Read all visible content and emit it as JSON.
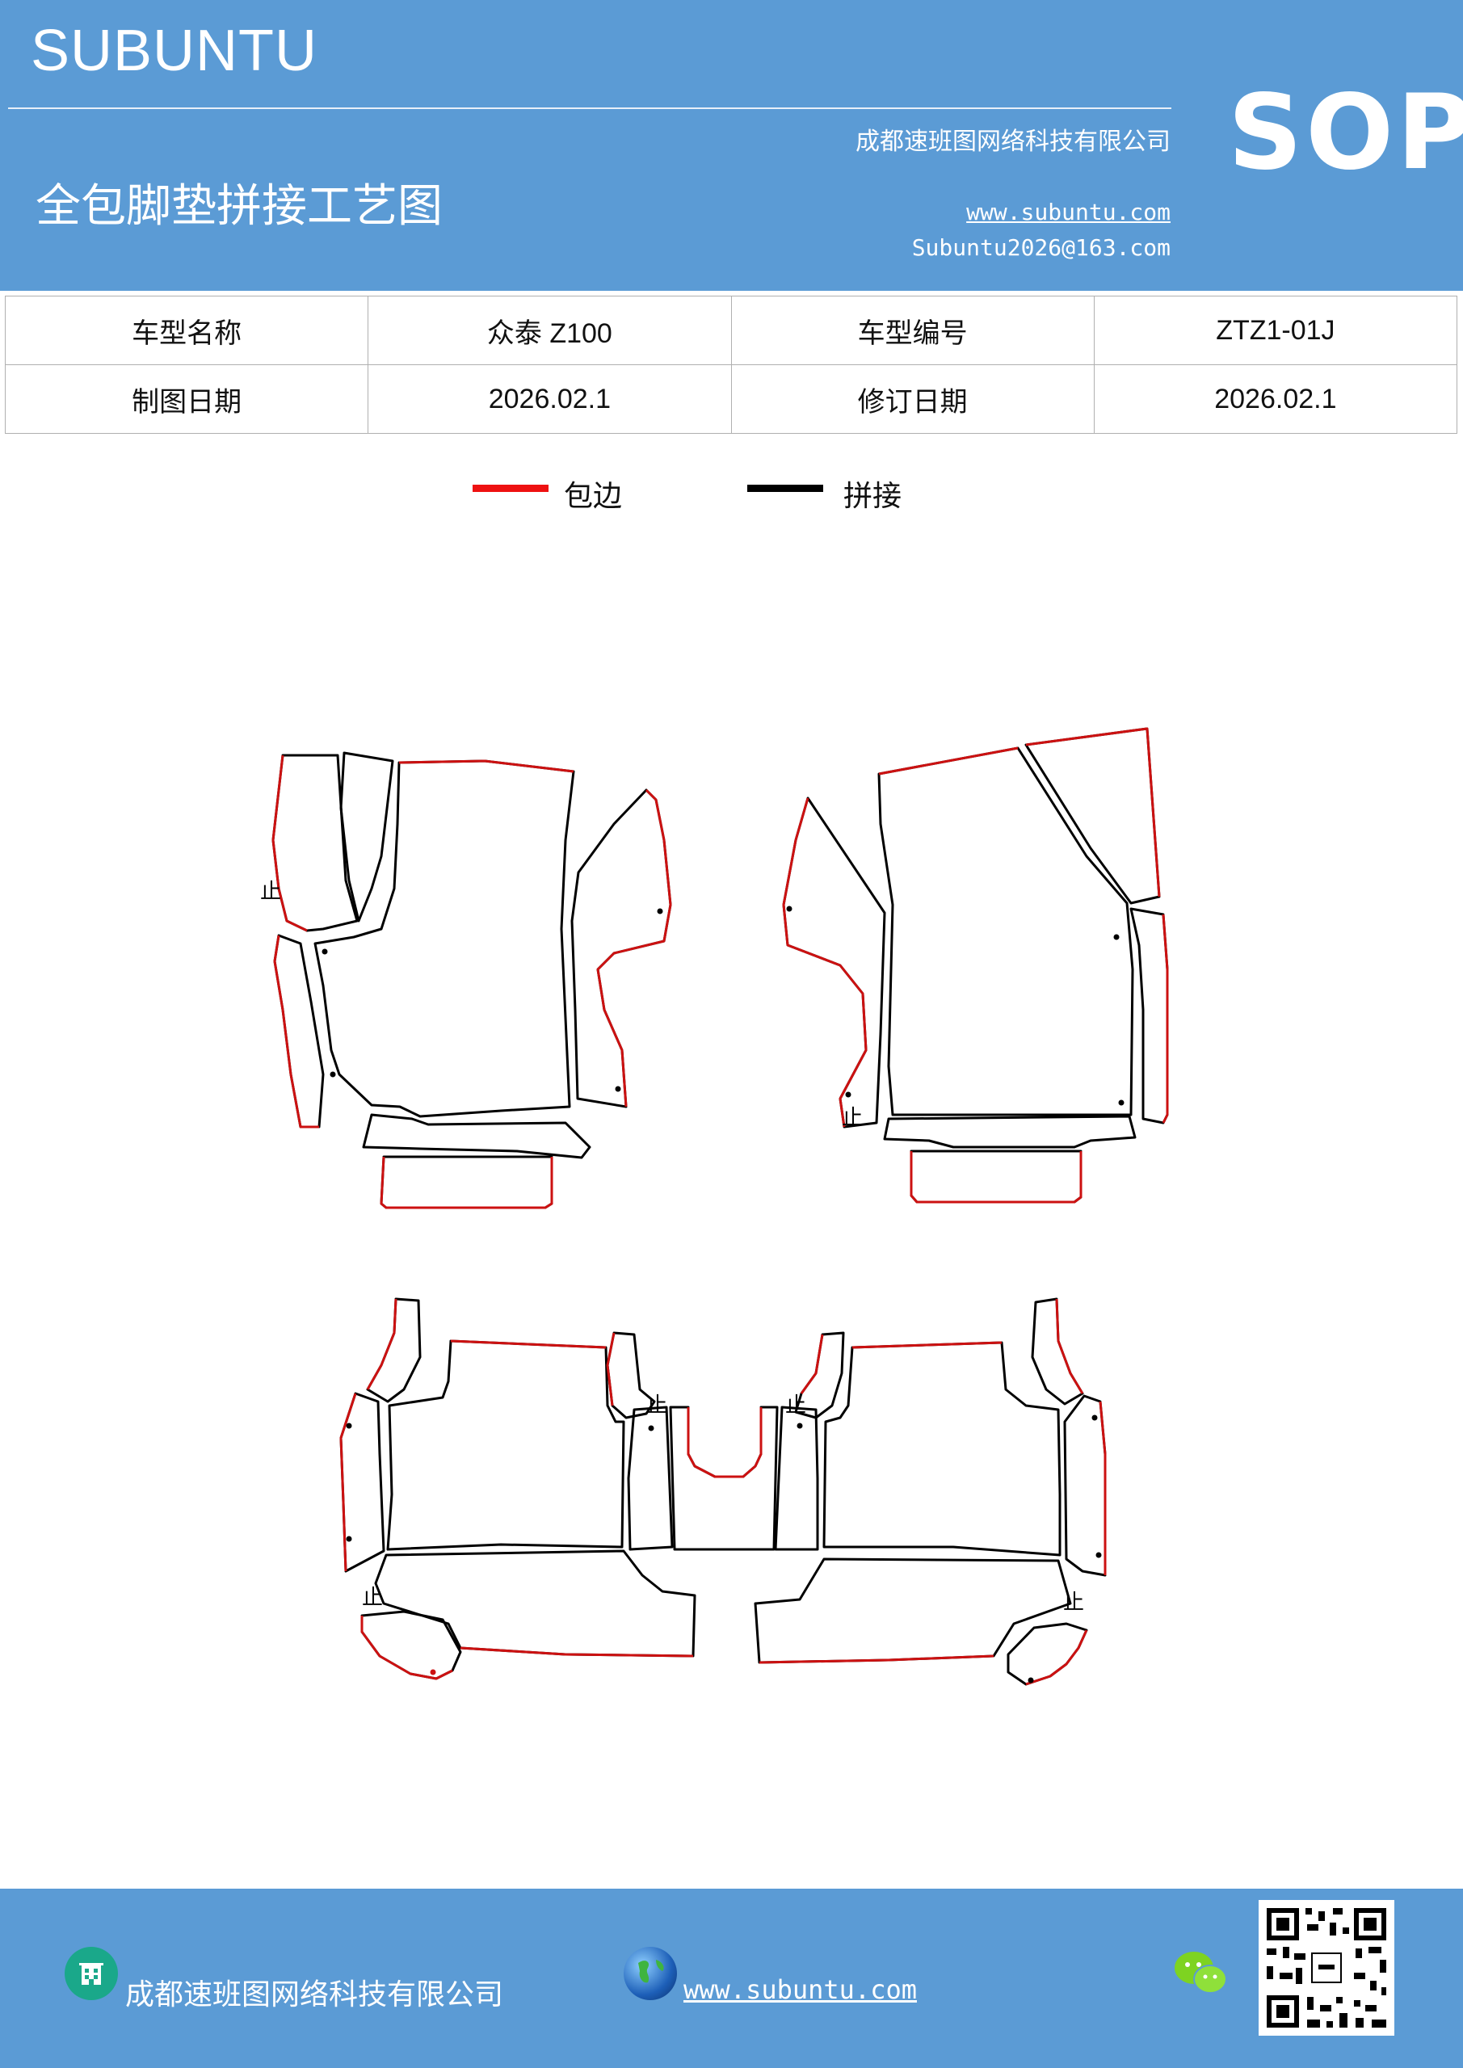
{
  "header": {
    "brand": "SUBUNTU",
    "badge": "SOP",
    "title": "全包脚垫拼接工艺图",
    "company": "成都速班图网络科技有限公司",
    "website": "www.subuntu.com",
    "email": "Subuntu2026@163.com",
    "background_color": "#5b9bd5"
  },
  "info_table": {
    "rows": [
      {
        "label1": "车型名称",
        "value1": "众泰 Z100",
        "label2": "车型编号",
        "value2": "ZTZ1-01J"
      },
      {
        "label1": "制图日期",
        "value1": "2026.02.1",
        "label2": "修订日期",
        "value2": "2026.02.1"
      }
    ]
  },
  "legend": {
    "items": [
      {
        "label": "包边",
        "color": "#ee1111"
      },
      {
        "label": "拼接",
        "color": "#000000"
      }
    ]
  },
  "drawing": {
    "stop_mark": "止",
    "edge_color": "#cc1111",
    "seam_color": "#000000"
  },
  "footer": {
    "company": "成都速班图网络科技有限公司",
    "website": "www.subuntu.com ",
    "icons": [
      "building-icon",
      "globe-icon",
      "wechat-icon",
      "qr-code"
    ]
  }
}
